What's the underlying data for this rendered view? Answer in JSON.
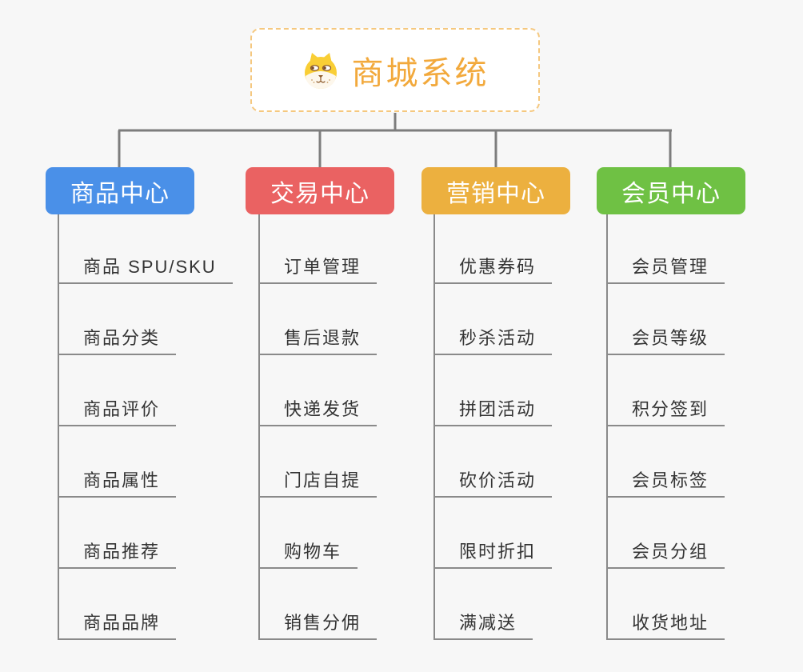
{
  "canvas": {
    "background": "#f7f7f7"
  },
  "root": {
    "title": "商城系统",
    "icon": "dog-face-icon",
    "title_color": "#f2a93c",
    "border_color": "#f5c87f",
    "background": "#ffffff"
  },
  "connector": {
    "trunk_color": "#7d7d7d",
    "branch_line_color": "#8a8a8a"
  },
  "leaf_text_color": "#333333",
  "branches": [
    {
      "label": "商品中心",
      "color": "#4a90e8",
      "items": [
        "商品 SPU/SKU",
        "商品分类",
        "商品评价",
        "商品属性",
        "商品推荐",
        "商品品牌"
      ]
    },
    {
      "label": "交易中心",
      "color": "#ea6262",
      "items": [
        "订单管理",
        "售后退款",
        "快递发货",
        "门店自提",
        "购物车",
        "销售分佣"
      ]
    },
    {
      "label": "营销中心",
      "color": "#ecb03f",
      "items": [
        "优惠券码",
        "秒杀活动",
        "拼团活动",
        "砍价活动",
        "限时折扣",
        "满减送"
      ]
    },
    {
      "label": "会员中心",
      "color": "#6fc144",
      "items": [
        "会员管理",
        "会员等级",
        "积分签到",
        "会员标签",
        "会员分组",
        "收货地址"
      ]
    }
  ]
}
